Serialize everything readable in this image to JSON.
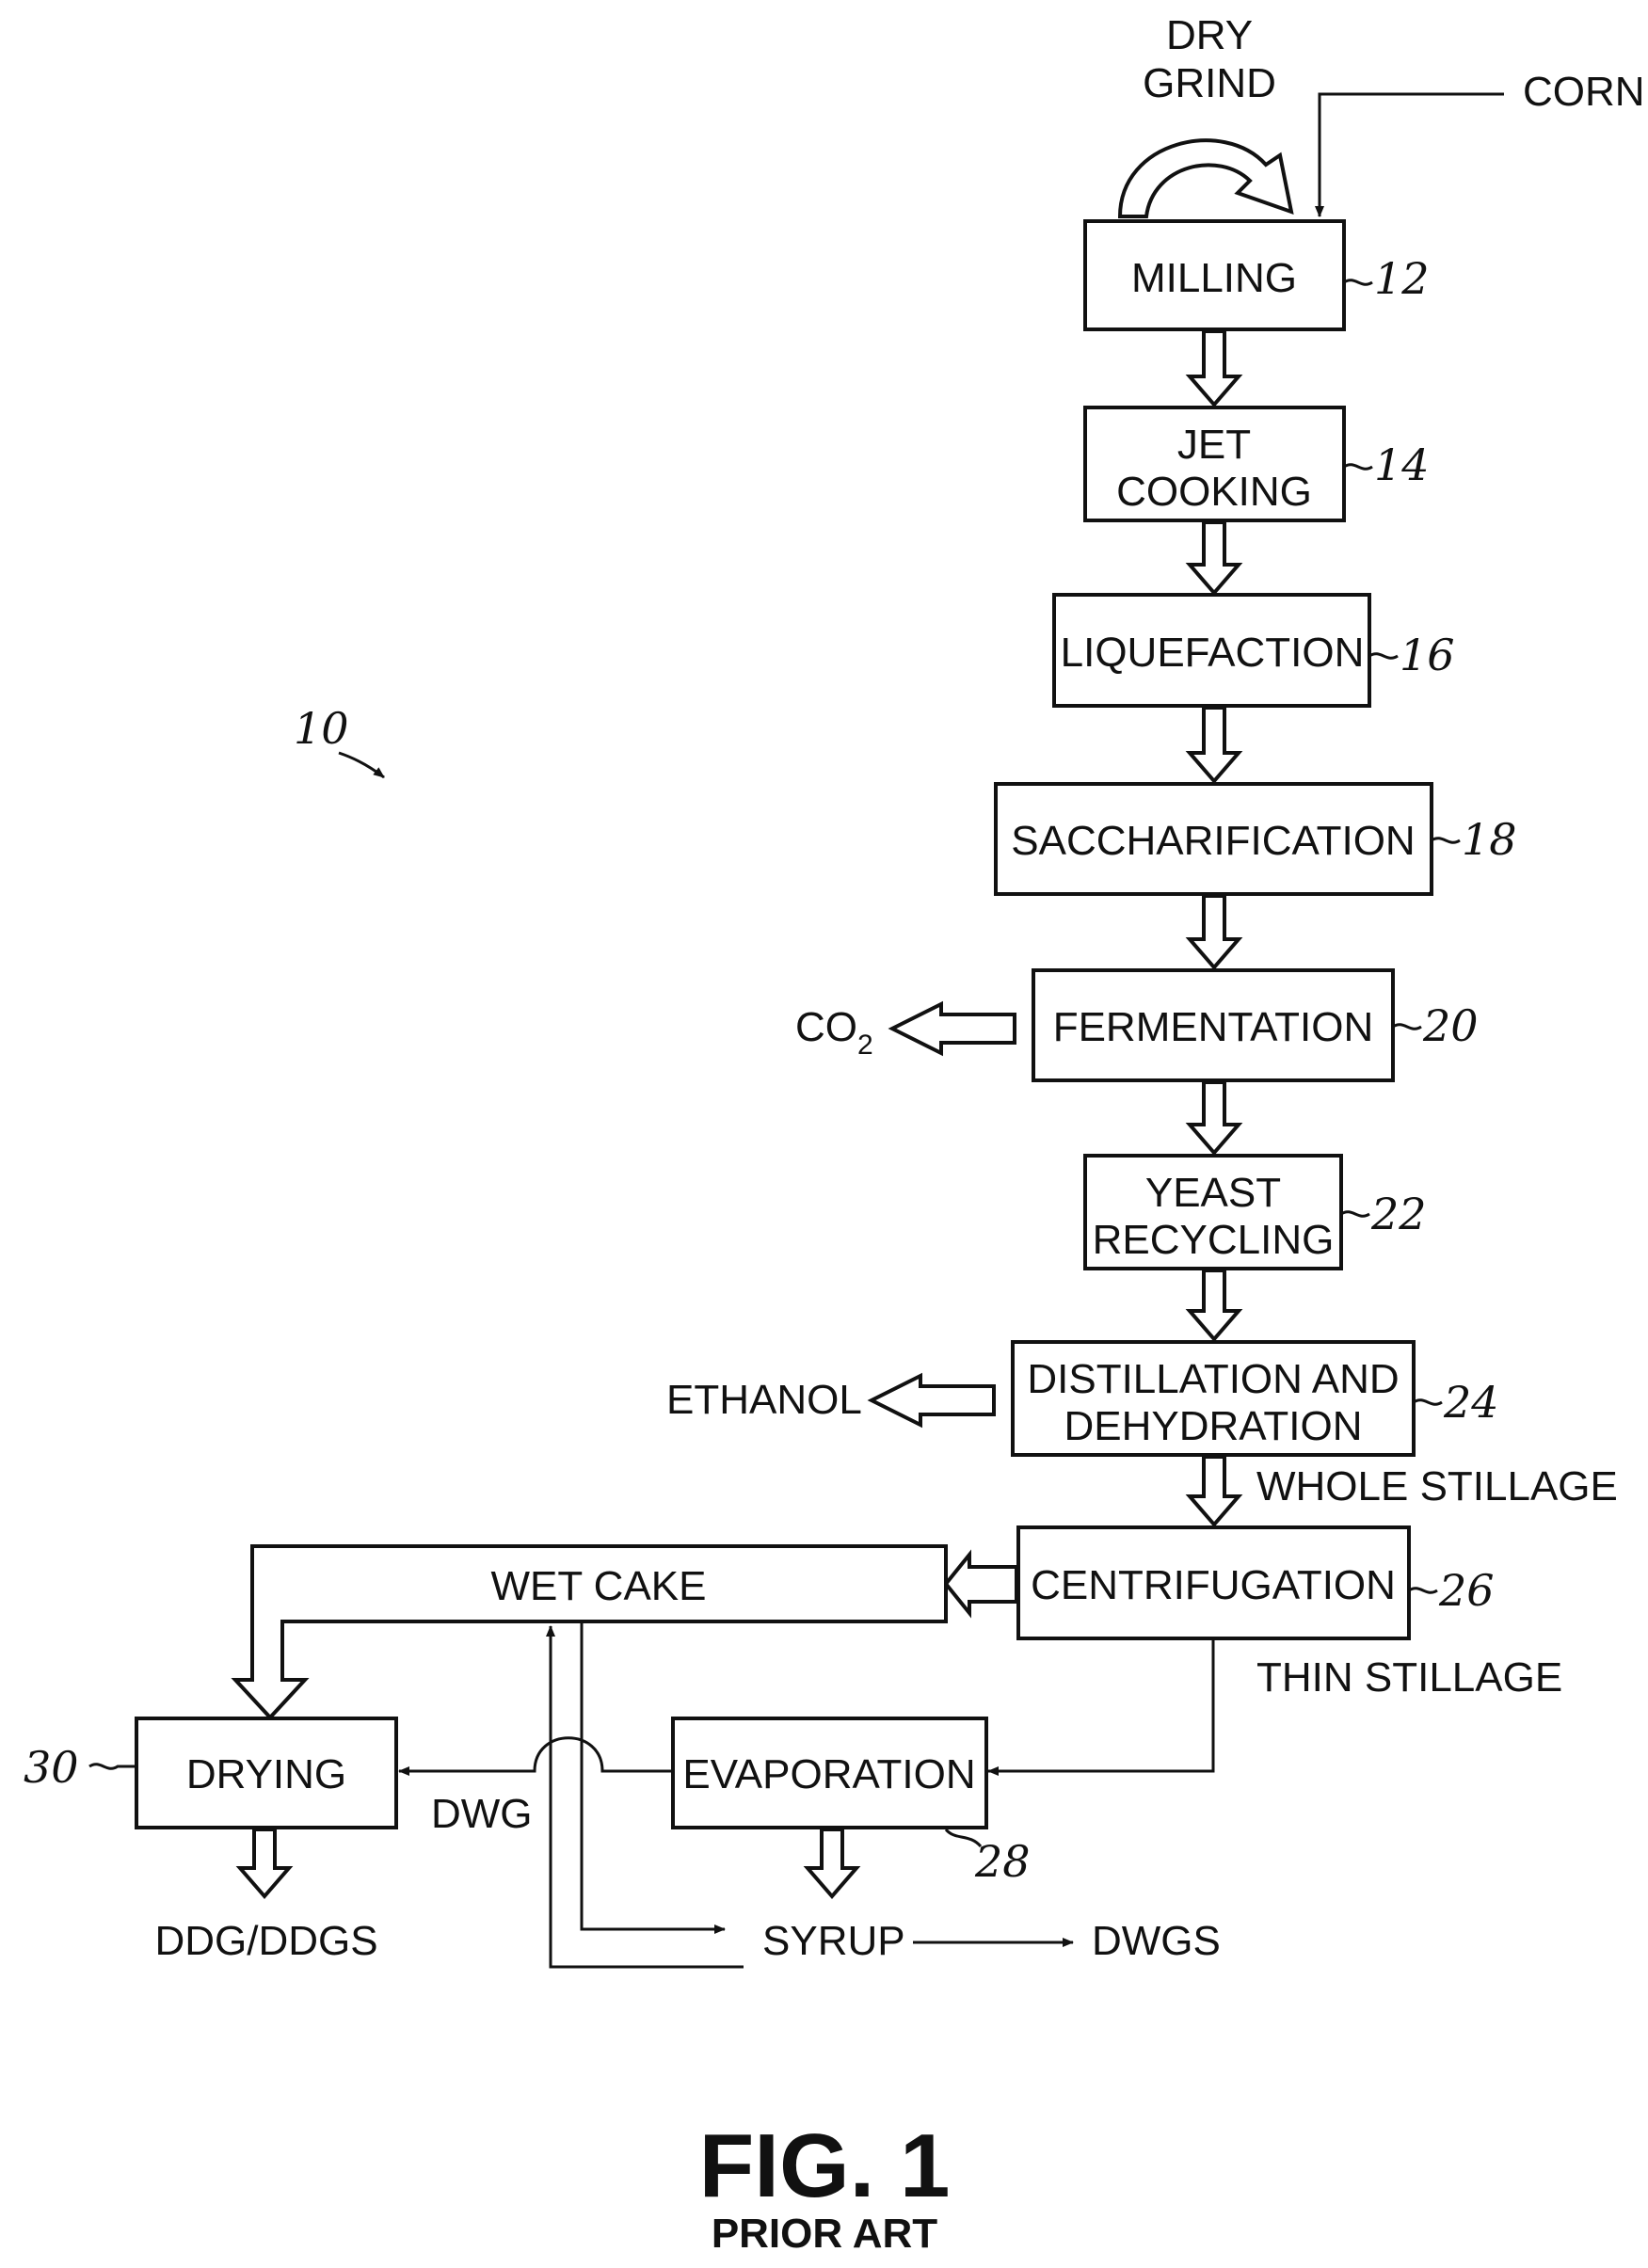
{
  "inputs": {
    "corn": "CORN",
    "dry_grind_line1": "DRY",
    "dry_grind_line2": "GRIND"
  },
  "steps": {
    "milling": {
      "label": "MILLING",
      "ref": "12"
    },
    "jet_cooking": {
      "line1": "JET",
      "line2": "COOKING",
      "ref": "14"
    },
    "liquefaction": {
      "label": "LIQUEFACTION",
      "ref": "16"
    },
    "saccharification": {
      "label": "SACCHARIFICATION",
      "ref": "18"
    },
    "fermentation": {
      "label": "FERMENTATION",
      "ref": "20"
    },
    "yeast_recycling": {
      "line1": "YEAST",
      "line2": "RECYCLING",
      "ref": "22"
    },
    "distillation": {
      "line1": "DISTILLATION AND",
      "line2": "DEHYDRATION",
      "ref": "24"
    },
    "centrifugation": {
      "label": "CENTRIFUGATION",
      "ref": "26"
    },
    "evaporation": {
      "label": "EVAPORATION",
      "ref": "28"
    },
    "drying": {
      "label": "DRYING",
      "ref": "30"
    },
    "wet_cake": {
      "label": "WET CAKE"
    }
  },
  "streams": {
    "co2_main": "CO",
    "co2_sub": "2",
    "ethanol": "ETHANOL",
    "whole_stillage": "WHOLE STILLAGE",
    "thin_stillage": "THIN STILLAGE",
    "dwg": "DWG",
    "ddg_ddgs": "DDG/DDGS",
    "syrup": "SYRUP",
    "dwgs": "DWGS"
  },
  "system_ref": "10",
  "figure": {
    "title": "FIG. 1",
    "subtitle": "PRIOR ART"
  }
}
